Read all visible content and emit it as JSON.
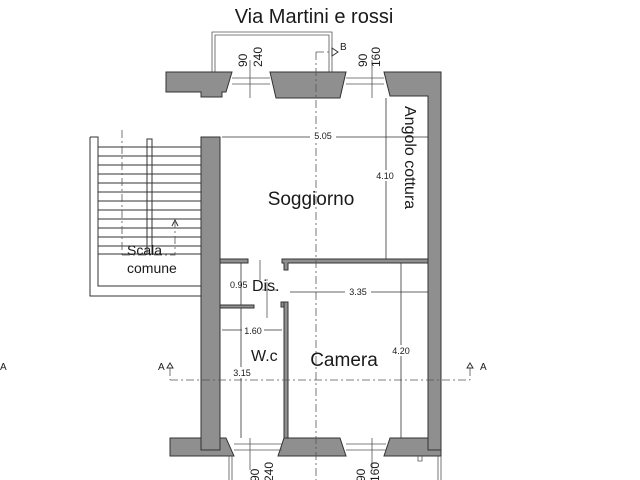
{
  "street": "Via Martini e rossi",
  "rooms": {
    "living": "Soggiorno",
    "kitchen_corner": "Angolo cottura",
    "hall": "Dis.",
    "bathroom": "W.c",
    "bedroom": "Camera",
    "stairs": [
      "Scala",
      "comune"
    ]
  },
  "dimensions": {
    "living_width": "5.05",
    "living_depth": "4.10",
    "hall_depth": "0.95",
    "bedroom_width": "3.35",
    "bedroom_depth": "4.20",
    "bath_width": "1.60",
    "bath_depth": "3.15"
  },
  "openings": {
    "top_left": {
      "width": "90",
      "height": "240"
    },
    "top_right": {
      "width": "90",
      "height": "160"
    },
    "bottom_left": {
      "width": "90",
      "height": "240"
    },
    "bottom_right": {
      "width": "90",
      "height": "160"
    }
  },
  "section_marks": {
    "a": "A",
    "b": "B"
  },
  "colors": {
    "wall": "#8f8f8f",
    "line": "#333333"
  }
}
